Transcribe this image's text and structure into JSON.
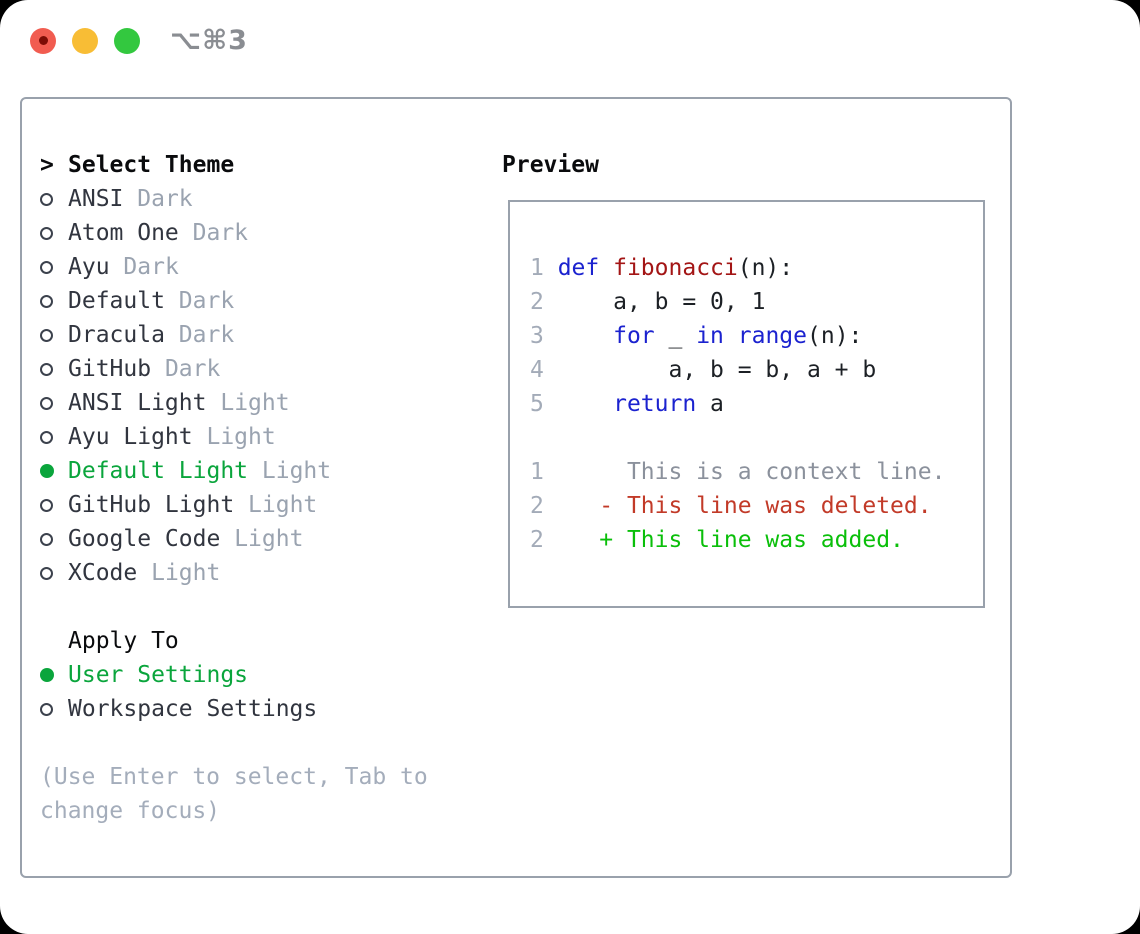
{
  "titlebar": {
    "shortcut": "⌥⌘3"
  },
  "theme_list": {
    "prompt": ">",
    "header": "Select Theme",
    "items": [
      {
        "name": "ANSI",
        "tag": "Dark",
        "selected": false
      },
      {
        "name": "Atom One",
        "tag": "Dark",
        "selected": false
      },
      {
        "name": "Ayu",
        "tag": "Dark",
        "selected": false
      },
      {
        "name": "Default",
        "tag": "Dark",
        "selected": false
      },
      {
        "name": "Dracula",
        "tag": "Dark",
        "selected": false
      },
      {
        "name": "GitHub",
        "tag": "Dark",
        "selected": false
      },
      {
        "name": "ANSI Light",
        "tag": "Light",
        "selected": false
      },
      {
        "name": "Ayu Light",
        "tag": "Light",
        "selected": false
      },
      {
        "name": "Default Light",
        "tag": "Light",
        "selected": true
      },
      {
        "name": "GitHub Light",
        "tag": "Light",
        "selected": false
      },
      {
        "name": "Google Code",
        "tag": "Light",
        "selected": false
      },
      {
        "name": "XCode",
        "tag": "Light",
        "selected": false
      }
    ]
  },
  "apply_to": {
    "header": "Apply To",
    "items": [
      {
        "name": "User Settings",
        "selected": true
      },
      {
        "name": "Workspace Settings",
        "selected": false
      }
    ]
  },
  "hint_lines": [
    "(Use Enter to select, Tab to",
    "change focus)"
  ],
  "preview": {
    "title": "Preview",
    "code_lines": [
      {
        "num": "1",
        "segments": [
          {
            "t": "def",
            "c": "kw"
          },
          {
            "t": " ",
            "c": "plain"
          },
          {
            "t": "fibonacci",
            "c": "fn"
          },
          {
            "t": "(n):",
            "c": "plain"
          }
        ]
      },
      {
        "num": "2",
        "segments": [
          {
            "t": "    a, b = 0, 1",
            "c": "plain"
          }
        ]
      },
      {
        "num": "3",
        "segments": [
          {
            "t": "    ",
            "c": "plain"
          },
          {
            "t": "for",
            "c": "kw"
          },
          {
            "t": " _ ",
            "c": "plain"
          },
          {
            "t": "in",
            "c": "kw"
          },
          {
            "t": " ",
            "c": "plain"
          },
          {
            "t": "range",
            "c": "kw"
          },
          {
            "t": "(n):",
            "c": "plain"
          }
        ]
      },
      {
        "num": "4",
        "segments": [
          {
            "t": "        a, b = b, a + b",
            "c": "plain"
          }
        ]
      },
      {
        "num": "5",
        "segments": [
          {
            "t": "    ",
            "c": "plain"
          },
          {
            "t": "return",
            "c": "kw"
          },
          {
            "t": " a",
            "c": "plain"
          }
        ]
      },
      {
        "num": "",
        "segments": []
      },
      {
        "num": "1",
        "segments": [
          {
            "t": "     This is a context line.",
            "c": "ctx"
          }
        ]
      },
      {
        "num": "2",
        "segments": [
          {
            "t": "   - This line was deleted.",
            "c": "del"
          }
        ]
      },
      {
        "num": "2",
        "segments": [
          {
            "t": "   + This line was added.",
            "c": "add"
          }
        ]
      }
    ]
  },
  "colors": {
    "accent_green": "#0aa53c",
    "added_green": "#0abf0a",
    "deleted_red": "#c23a28",
    "keyword_blue": "#1b22cf",
    "function_red": "#a31515",
    "muted_gray": "#9aa3b0",
    "hint_gray": "#a4adbb",
    "context_gray": "#8b919c",
    "line_number_gray": "#a3abb8",
    "border_gray": "#99a1ac",
    "traffic_red": "#f15c50",
    "traffic_yellow": "#f8bd35",
    "traffic_green": "#33c83f",
    "shortcut_gray": "#8a8d92"
  }
}
